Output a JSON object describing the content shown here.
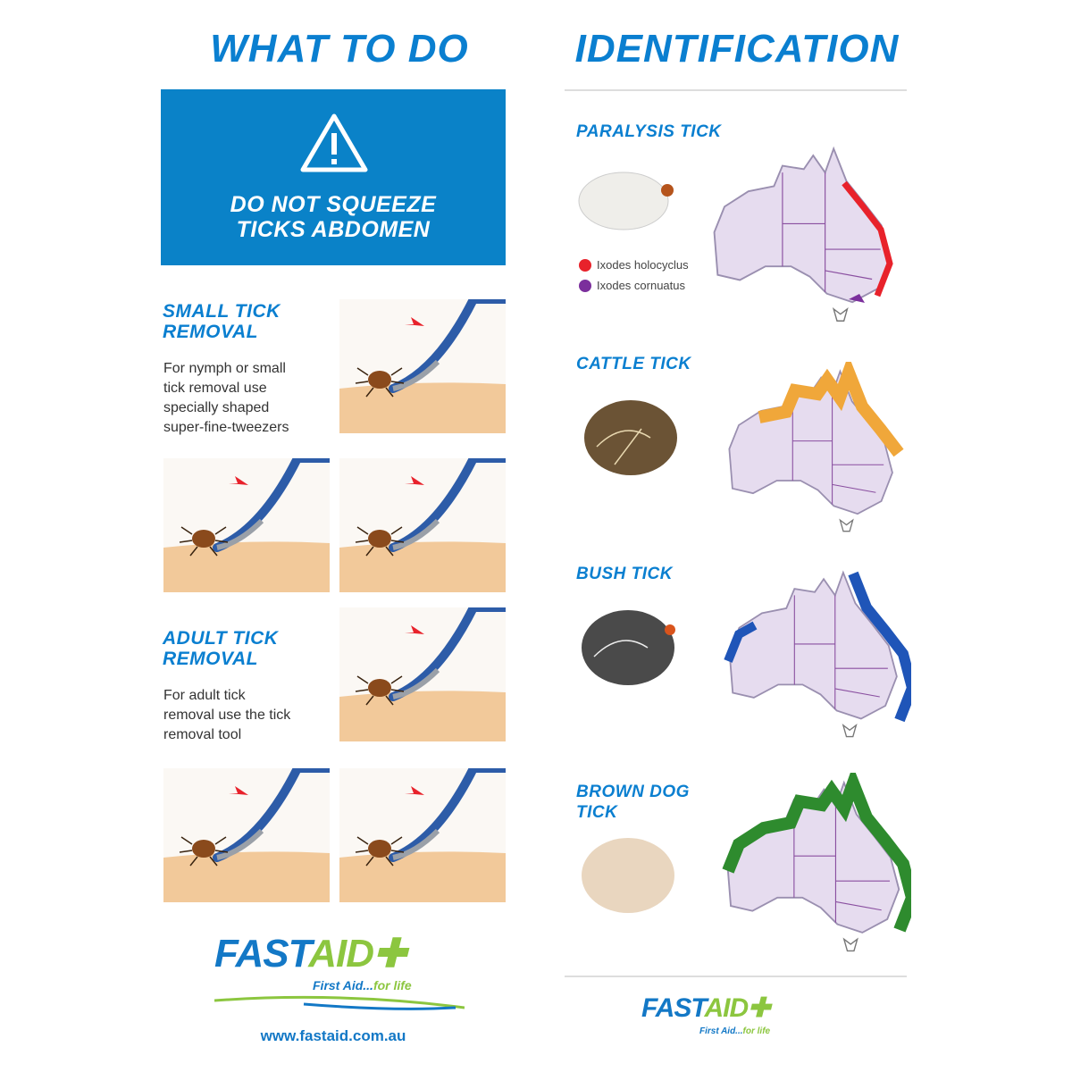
{
  "left": {
    "title": "WHAT TO DO",
    "warning": {
      "icon": "warning-triangle-icon",
      "line1": "DO NOT SQUEEZE",
      "line2": "TICKS ABDOMEN",
      "color": "#0a82c8"
    },
    "small": {
      "heading1": "SMALL TICK",
      "heading2": "REMOVAL",
      "text": [
        "For nymph or small",
        "tick removal use",
        "specially shaped",
        "super-fine-tweezers"
      ]
    },
    "adult": {
      "heading1": "ADULT TICK",
      "heading2": "REMOVAL",
      "text": [
        "For adult tick",
        "removal use the tick",
        "removal tool"
      ]
    },
    "logo": {
      "brand1": "FAST",
      "brand2": "AID",
      "tagline1": "First Aid...",
      "tagline2": "for life"
    },
    "url": "www.fastaid.com.au"
  },
  "right": {
    "title": "IDENTIFICATION",
    "ticks": [
      {
        "name": "PARALYSIS TICK",
        "region_color": "#e8222b"
      },
      {
        "name": "CATTLE TICK",
        "region_color": "#f0a73a"
      },
      {
        "name": "BUSH TICK",
        "region_color": "#1f55b8"
      },
      {
        "name1": "BROWN DOG",
        "name2": "TICK",
        "region_color": "#2e8b2e"
      }
    ],
    "legend": [
      {
        "label": "Ixodes holocyclus",
        "color": "#e8222b"
      },
      {
        "label": "Ixodes cornuatus",
        "color": "#7b2f9c"
      }
    ],
    "logo": {
      "brand1": "FAST",
      "brand2": "AID",
      "tagline1": "First Aid...",
      "tagline2": "for life"
    }
  },
  "colors": {
    "brand_blue": "#0a7fd0",
    "brand_green": "#8cc63f",
    "map_fill": "#e6dcef"
  }
}
